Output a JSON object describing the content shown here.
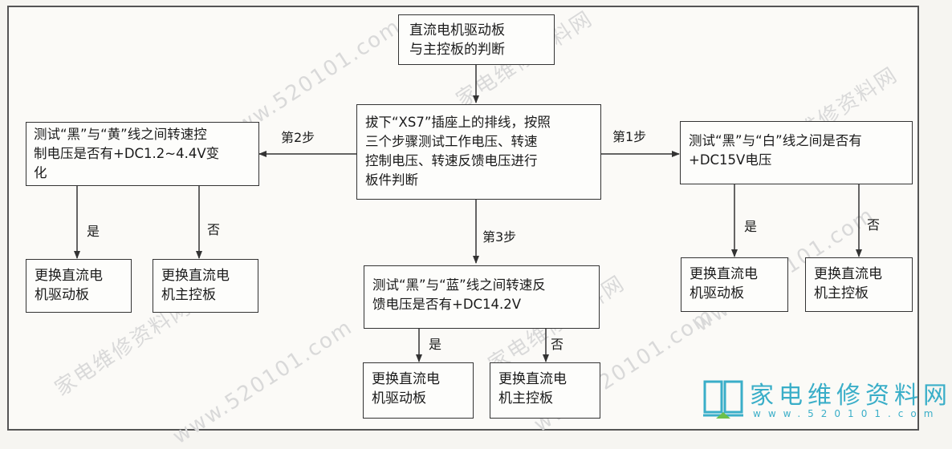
{
  "watermark": {
    "cn": "家电维修资料网",
    "url": "www.520101.com"
  },
  "nodes": {
    "root": "直流电机驱动板\n与主控板的判断",
    "center": "拔下“XS7”插座上的排线，按照\n三个步骤测试工作电压、转速\n控制电压、转速反馈电压进行\n板件判断",
    "left": "测试“黑”与“黄”线之间转速控\n制电压是否有+DC1.2~4.4V变\n化",
    "right": "测试“黑”与“白”线之间是否有\n+DC15V电压",
    "bottom": "测试“黑”与“蓝”线之间转速反\n馈电压是否有+DC14.2V",
    "left_yes": "更换直流电\n机驱动板",
    "left_no": "更换直流电\n机主控板",
    "right_yes": "更换直流电\n机驱动板",
    "right_no": "更换直流电\n机主控板",
    "bottom_yes": "更换直流电\n机驱动板",
    "bottom_no": "更换直流电\n机主控板"
  },
  "edges": {
    "step1": "第1步",
    "step2": "第2步",
    "step3": "第3步",
    "yes": "是",
    "no": "否"
  },
  "logo": {
    "text": "家电维修资料网",
    "url": "www.520101.com",
    "icon": "book-icon",
    "color": "#3aaec8"
  }
}
